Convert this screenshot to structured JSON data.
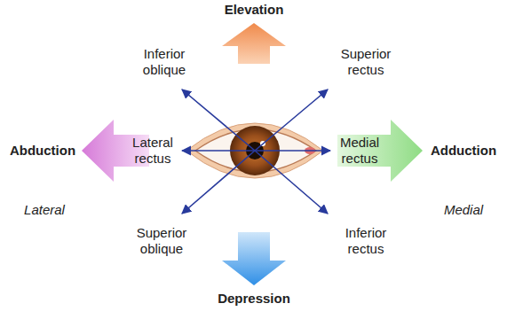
{
  "diagram": {
    "labels": [
      "Elevation",
      "Inferior oblique",
      "Superior rectus",
      "Abduction",
      "Lateral rectus",
      "Medial rectus",
      "Adduction",
      "Lateral",
      "Medial",
      "Superior oblique",
      "Inferior rectus",
      "Depression"
    ]
  }
}
